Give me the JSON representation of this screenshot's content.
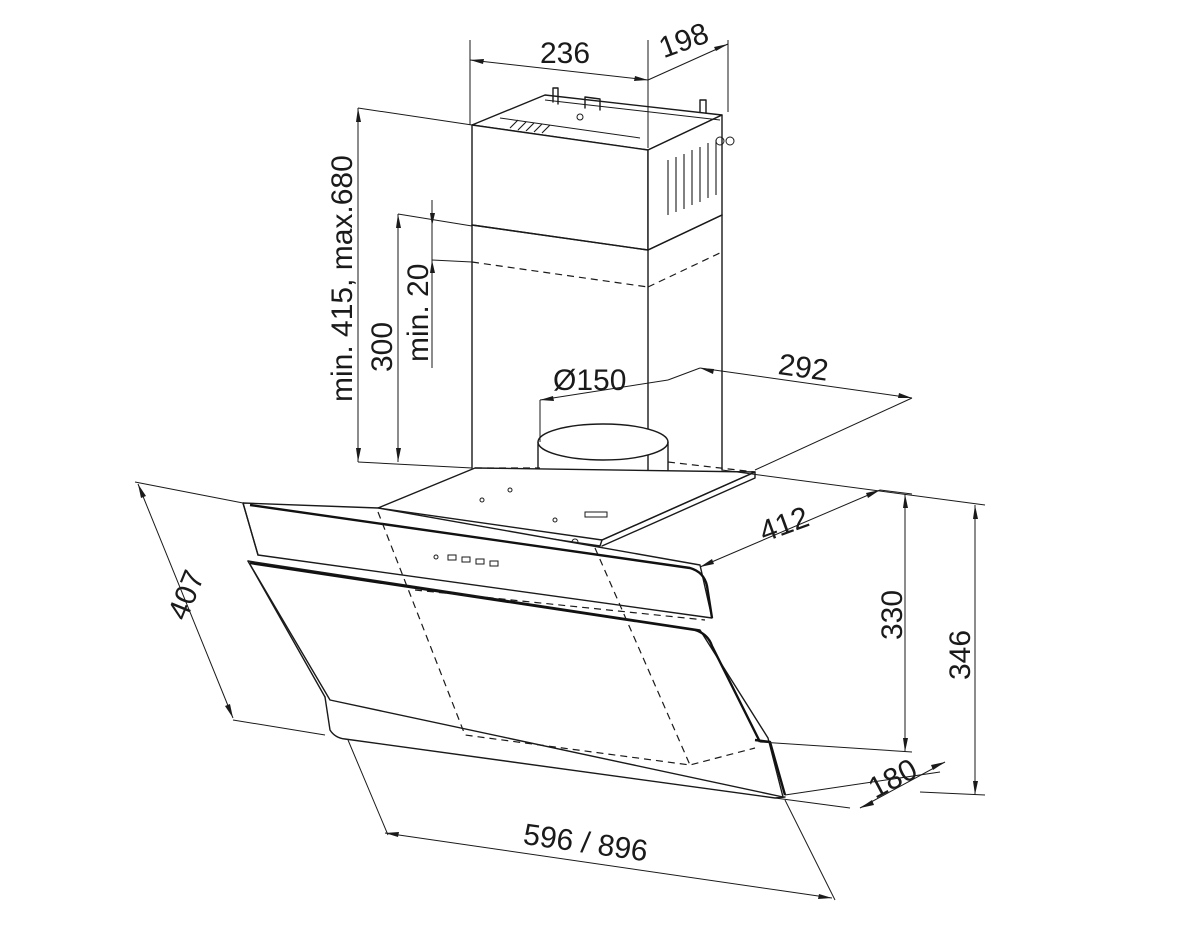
{
  "dimensions": {
    "chimney_width": "236",
    "chimney_depth": "198",
    "chimney_height": "min. 415, max.680",
    "overlap_height": "300",
    "min_overlap": "min. 20",
    "duct_diameter": "Ø150",
    "mount_depth": "292",
    "hood_depth": "412",
    "glass_height": "407",
    "body_height": "330",
    "total_height": "346",
    "bottom_depth": "180",
    "width": "596 / 896"
  },
  "colors": {
    "line": "#1a1a1a",
    "background": "#ffffff"
  }
}
